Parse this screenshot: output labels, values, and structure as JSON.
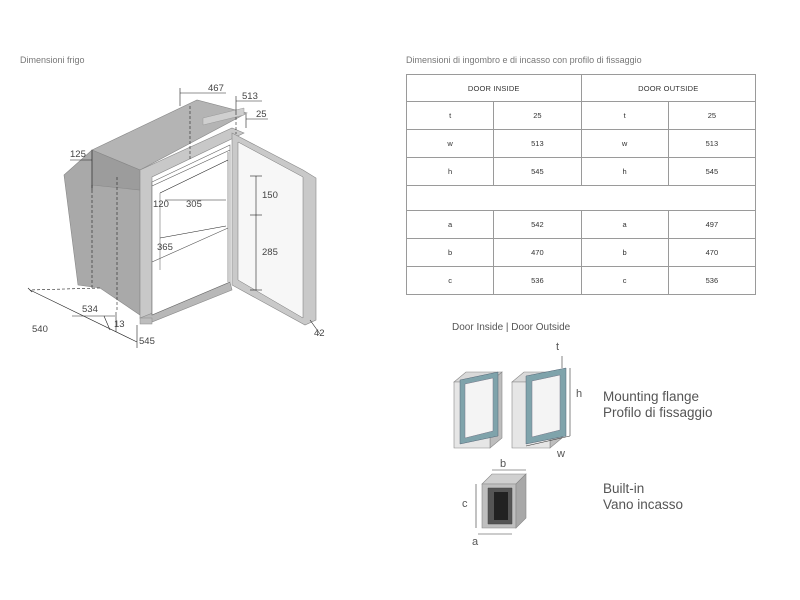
{
  "left_section": {
    "caption": "Dimensioni frigo",
    "dimensions": {
      "d467": "467",
      "d513": "513",
      "d25": "25",
      "d125": "125",
      "d120": "120",
      "d305": "305",
      "d150": "150",
      "d365": "365",
      "d285": "285",
      "d534": "534",
      "d540": "540",
      "d13": "13",
      "d545": "545",
      "d42": "42"
    }
  },
  "right_section": {
    "caption": "Dimensioni di ingombro e di incasso con profilo di fissaggio",
    "table": {
      "headers": [
        "DOOR INSIDE",
        "DOOR OUTSIDE"
      ],
      "group1": [
        {
          "inside_key": "t",
          "inside_val": "25",
          "outside_key": "t",
          "outside_val": "25"
        },
        {
          "inside_key": "w",
          "inside_val": "513",
          "outside_key": "w",
          "outside_val": "513"
        },
        {
          "inside_key": "h",
          "inside_val": "545",
          "outside_key": "h",
          "outside_val": "545"
        }
      ],
      "group2": [
        {
          "inside_key": "a",
          "inside_val": "542",
          "outside_key": "a",
          "outside_val": "497"
        },
        {
          "inside_key": "b",
          "inside_val": "470",
          "outside_key": "b",
          "outside_val": "470"
        },
        {
          "inside_key": "c",
          "inside_val": "536",
          "outside_key": "c",
          "outside_val": "536"
        }
      ]
    },
    "legend": {
      "header": "Door Inside |  Door Outside",
      "mounting_flange_en": "Mounting flange",
      "mounting_flange_it": "Profilo di fissaggio",
      "built_in_en": "Built-in",
      "built_in_it": "Vano incasso",
      "letters": {
        "t": "t",
        "h": "h",
        "w": "w",
        "a": "a",
        "b": "b",
        "c": "c"
      }
    },
    "colors": {
      "flange": "#7fa3ab",
      "cabinet": "#cfcfcf",
      "panel": "#f2f2f2"
    }
  }
}
